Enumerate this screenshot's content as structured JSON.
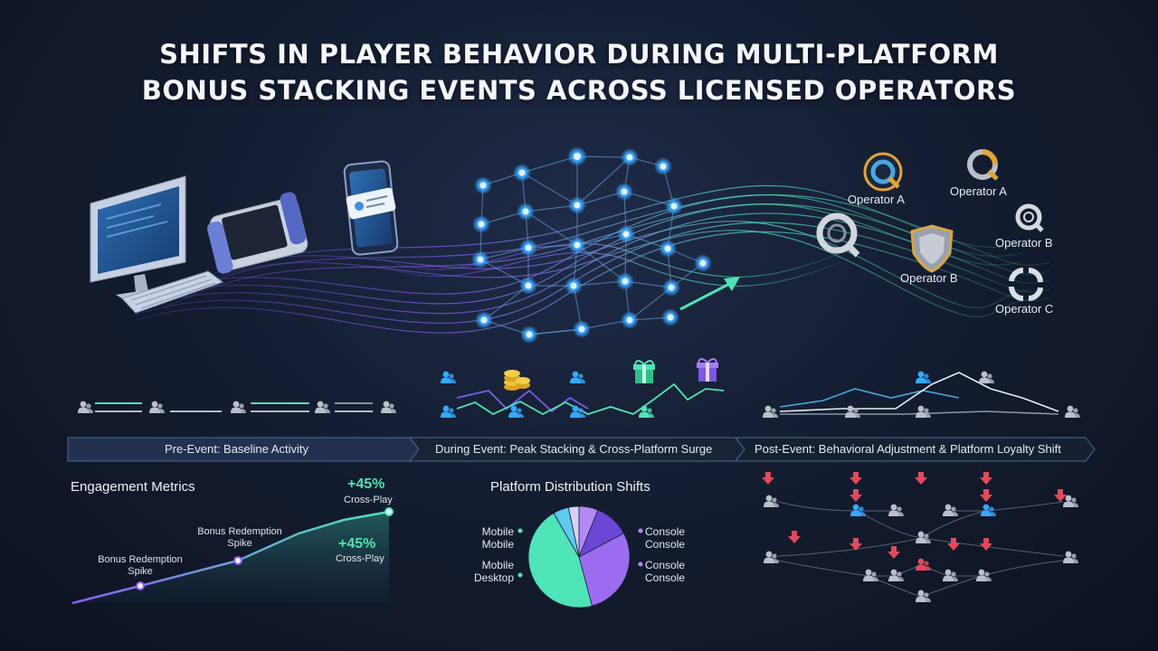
{
  "title": {
    "line1": "SHIFTS IN PLAYER BEHAVIOR DURING MULTI-PLATFORM",
    "line2": "BONUS STACKING EVENTS ACROSS LICENSED OPERATORS"
  },
  "operators": [
    {
      "label": "Operator A",
      "icon": "operator-logo-a",
      "color": "#e0a53a"
    },
    {
      "label": "Operator A",
      "icon": "operator-logo-a2",
      "color": "#e0a53a"
    },
    {
      "label": "Operator B",
      "icon": "operator-shield-b",
      "color": "#d7a645"
    },
    {
      "label": "Operator B",
      "icon": "operator-logo-b",
      "color": "#c9ced8"
    },
    {
      "label": "Operator C",
      "icon": "operator-logo-c",
      "color": "#d9dde4"
    }
  ],
  "devices": [
    "desktop-computer-icon",
    "handheld-console-icon",
    "smartphone-icon"
  ],
  "phases": {
    "pre": "Pre-Event: Baseline Activity",
    "during": "During Event: Peak Stacking & Cross-Platform Surge",
    "post": "Post-Event: Behavioral Adjustment & Platform Loyalty Shift"
  },
  "engagement": {
    "title": "Engagement Metrics",
    "annotation_top_value": "+45%",
    "annotation_top_label": "Cross-Play",
    "annotation_mid_value": "+45%",
    "annotation_mid_label": "Cross-Play",
    "spike_upper": "Bonus Redemption\nSpike",
    "spike_lower": "Bonus Redemption\nSpike"
  },
  "distribution": {
    "title": "Platform Distribution Shifts",
    "legend_left": [
      {
        "line1": "Mobile",
        "line2": "Mobile"
      },
      {
        "line1": "Mobile",
        "line2": "Desktop"
      }
    ],
    "legend_right": [
      {
        "line1": "Console",
        "line2": "Console"
      },
      {
        "line1": "Console",
        "line2": "Console"
      }
    ],
    "colors": {
      "teal": "#4fe3b8",
      "purple": "#9b6cf0",
      "deep_purple": "#6b47d6",
      "light_purple": "#b38af5",
      "sky": "#5fc9ee",
      "pale": "#d9d0f7"
    }
  },
  "colors": {
    "accent_teal": "#4fe3b8",
    "accent_purple": "#8b5cf6",
    "node_blue": "#35a8ff",
    "alert_red": "#e24a5a",
    "user_gray": "#b9c0cc"
  }
}
